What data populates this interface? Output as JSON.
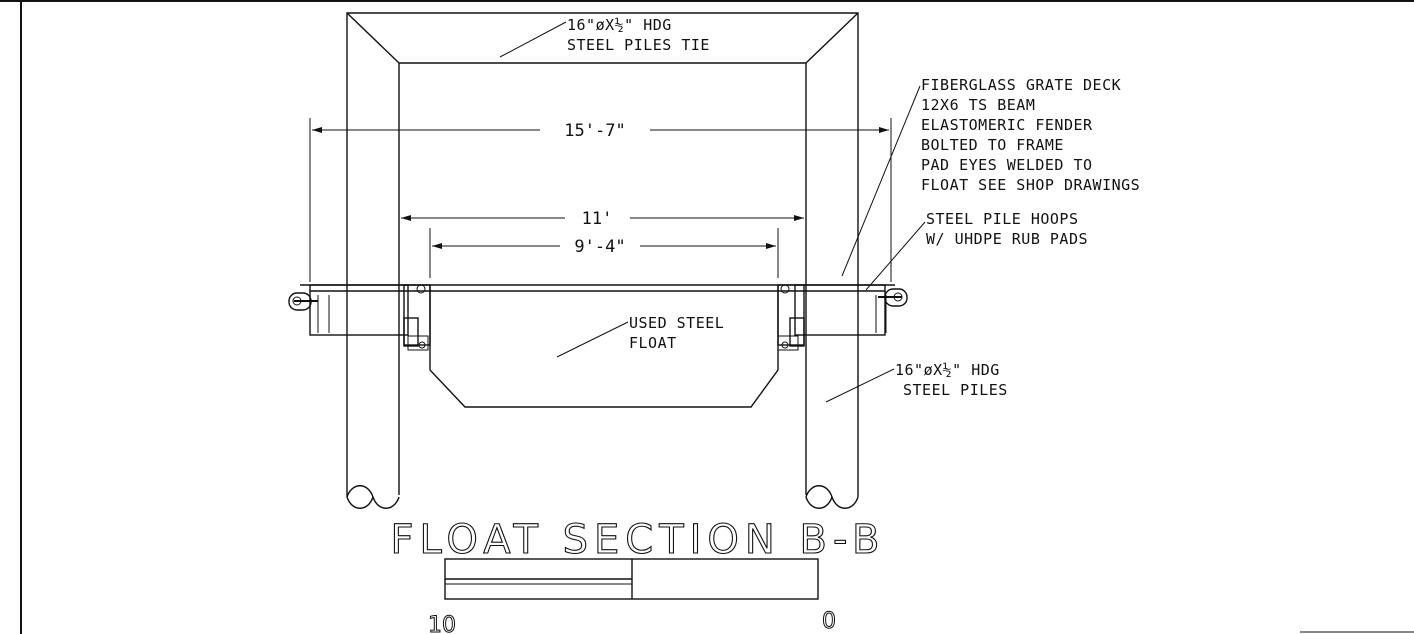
{
  "title": "FLOAT SECTION B-B",
  "callouts": {
    "pile_tie": [
      "16\"øX½\" HDG",
      "STEEL PILES TIE"
    ],
    "deck_notes": [
      "FIBERGLASS GRATE DECK",
      "12X6 TS BEAM",
      "ELASTOMERIC FENDER",
      "BOLTED TO FRAME",
      "PAD EYES WELDED TO",
      "FLOAT SEE SHOP DRAWINGS"
    ],
    "hoops": [
      "STEEL PILE HOOPS",
      "W/ UHDPE RUB PADS"
    ],
    "float": [
      "USED STEEL",
      "FLOAT"
    ],
    "piles": [
      "16\"øX½\" HDG",
      "STEEL PILES"
    ]
  },
  "dimensions": {
    "overall": "15'-7\"",
    "pile_spacing": "11'",
    "float_width": "9'-4\""
  },
  "scale_bar": {
    "left_label": "10",
    "right_label": "0"
  }
}
